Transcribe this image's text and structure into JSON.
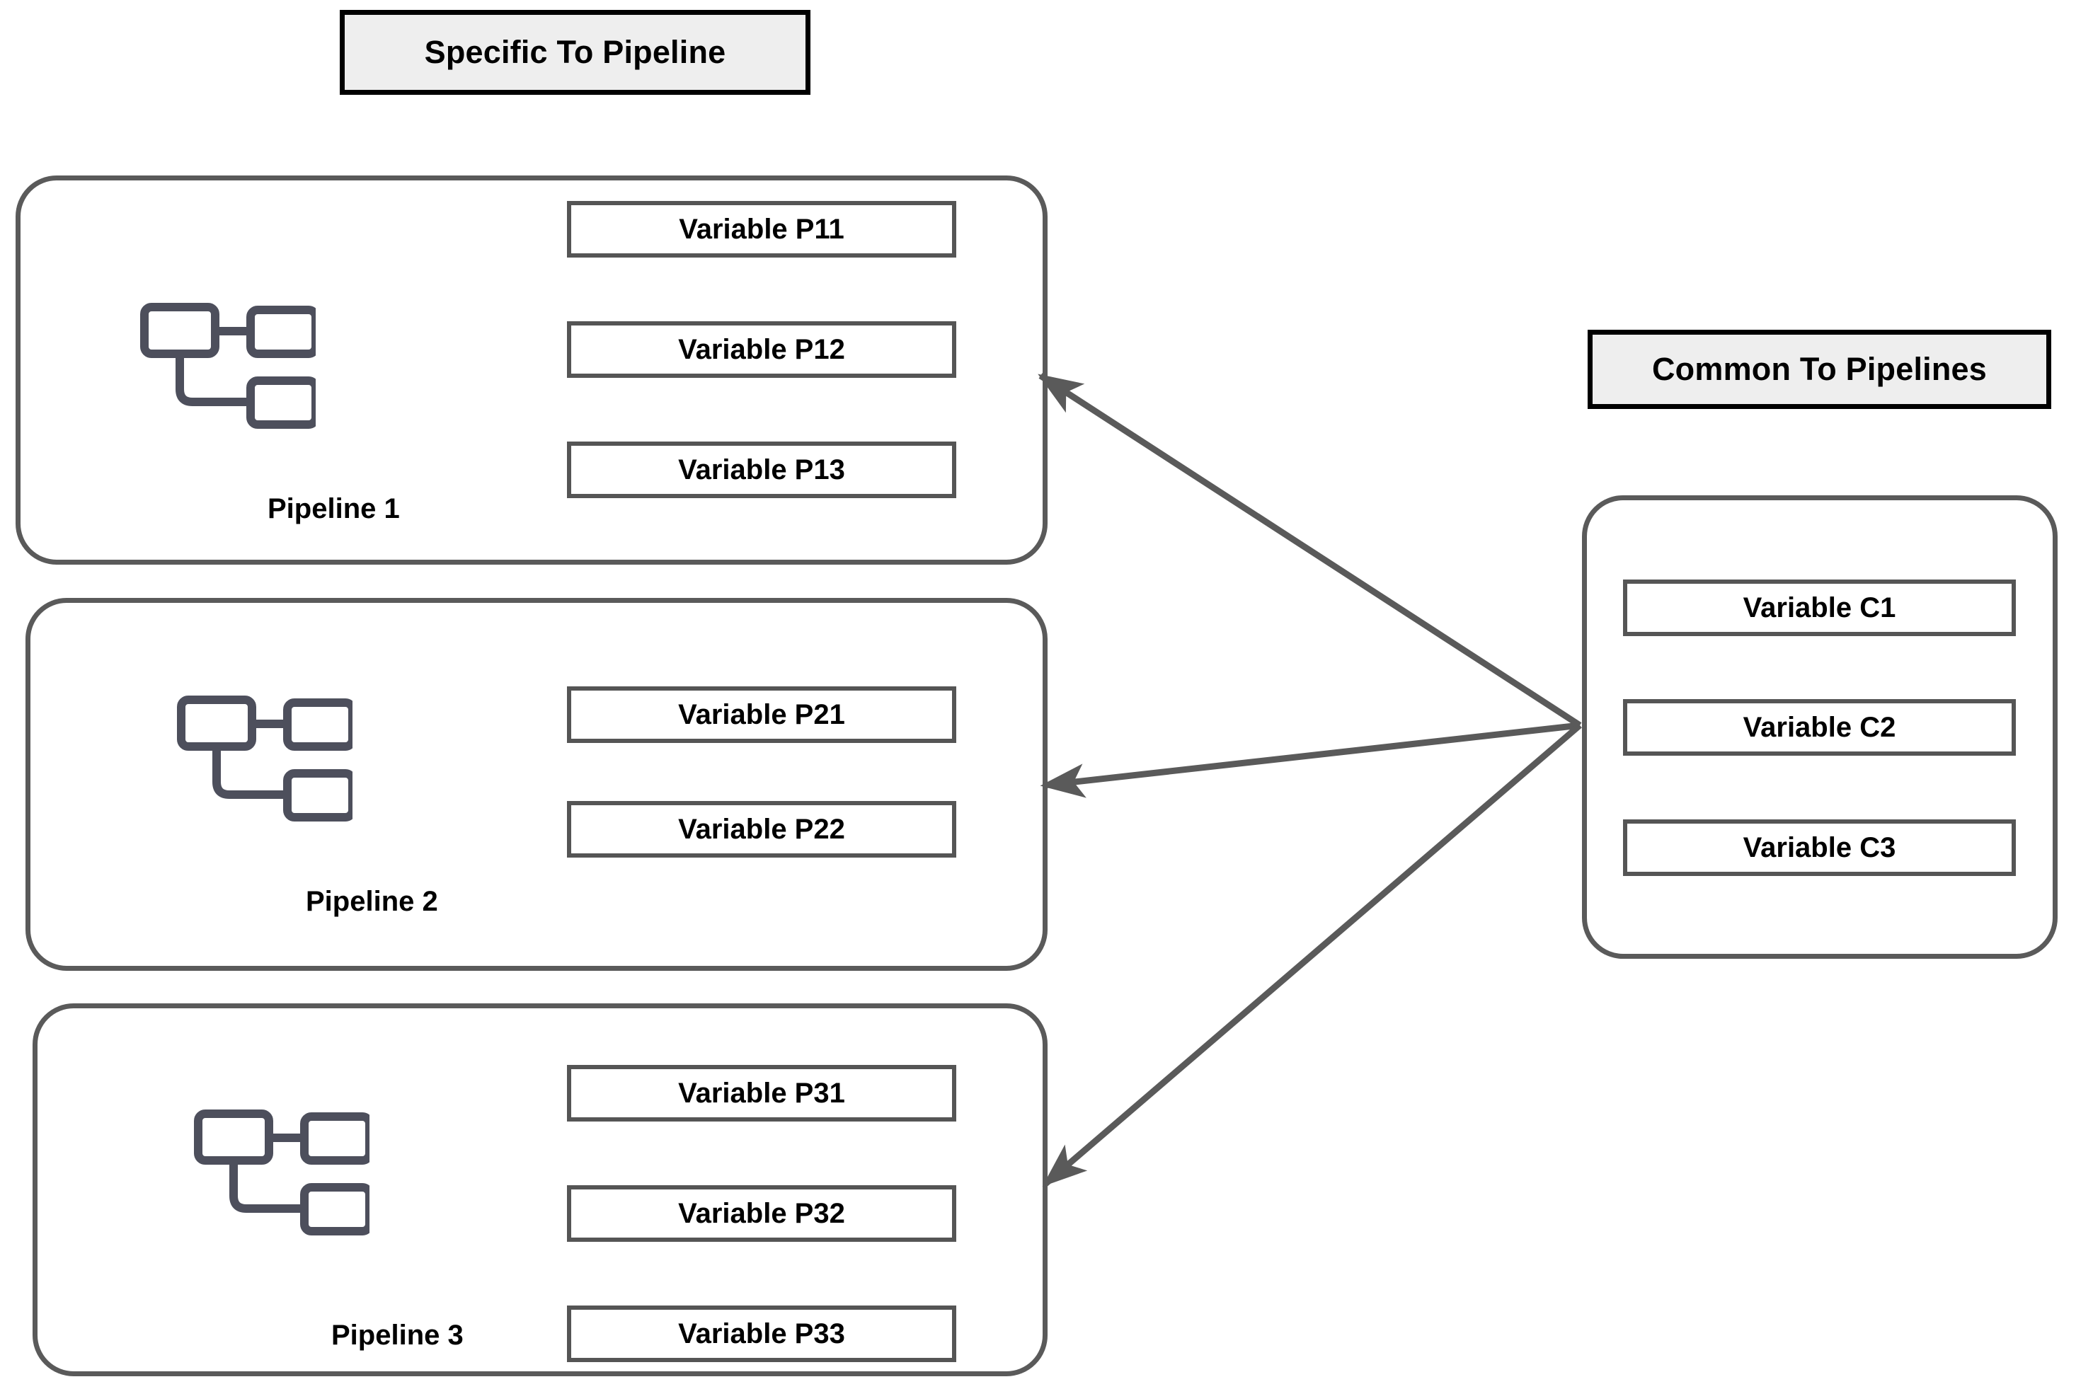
{
  "headers": {
    "specific": "Specific To Pipeline",
    "common": "Common To Pipelines"
  },
  "pipelines": [
    {
      "name": "Pipeline 1",
      "icon": "pipeline-flow-icon",
      "variables": [
        "Variable P11",
        "Variable P12",
        "Variable P13"
      ]
    },
    {
      "name": "Pipeline 2",
      "icon": "pipeline-flow-icon",
      "variables": [
        "Variable P21",
        "Variable P22"
      ]
    },
    {
      "name": "Pipeline 3",
      "icon": "pipeline-flow-icon",
      "variables": [
        "Variable P31",
        "Variable P32",
        "Variable P33"
      ]
    }
  ],
  "common": {
    "variables": [
      "Variable C1",
      "Variable C2",
      "Variable C3"
    ]
  },
  "arrows": [
    {
      "from": "common-panel",
      "to": "pipeline-1"
    },
    {
      "from": "common-panel",
      "to": "pipeline-2"
    },
    {
      "from": "common-panel",
      "to": "pipeline-3"
    }
  ],
  "colors": {
    "header_fill": "#eeeeee",
    "header_border": "#000000",
    "card_border": "#5a5a5a",
    "var_border": "#555555",
    "icon_stroke": "#4d4f5c",
    "arrow": "#5a5a5a",
    "text": "#000000",
    "background": "#ffffff"
  }
}
